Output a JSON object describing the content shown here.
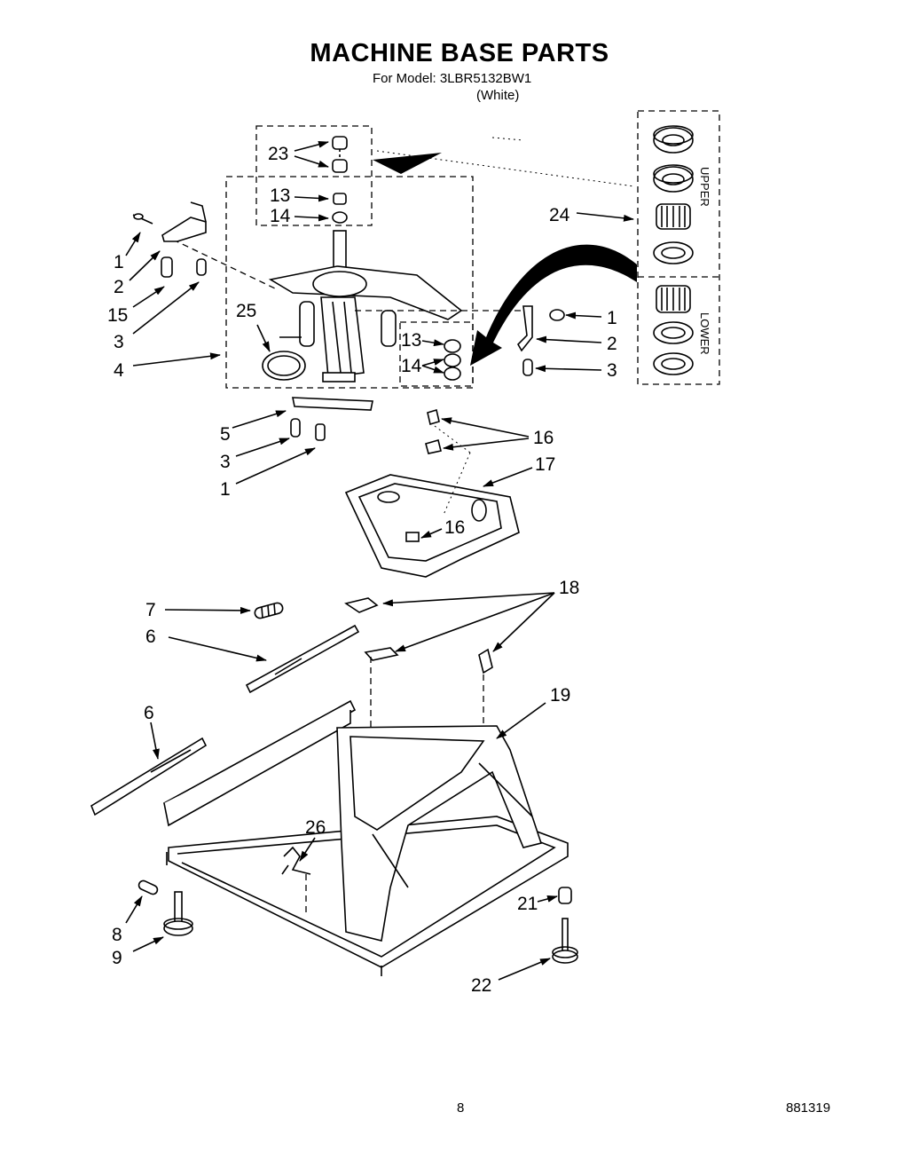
{
  "title": "MACHINE BASE PARTS",
  "model_line": "For Model: 3LBR5132BW1",
  "color_line": "(White)",
  "page_number": "8",
  "doc_number": "881319",
  "kit_labels": {
    "upper": "UPPER",
    "lower": "LOWER"
  },
  "callouts": {
    "c23": "23",
    "c13a": "13",
    "c14a": "14",
    "c1a": "1",
    "c2a": "2",
    "c15": "15",
    "c3a": "3",
    "c4": "4",
    "c25": "25",
    "c24": "24",
    "c1b": "1",
    "c2b": "2",
    "c3b": "3",
    "c13b": "13",
    "c14b": "14",
    "c5": "5",
    "c3c": "3",
    "c1c": "1",
    "c16a": "16",
    "c17": "17",
    "c16b": "16",
    "c7": "7",
    "c6a": "6",
    "c18": "18",
    "c6b": "6",
    "c19": "19",
    "c26": "26",
    "c8": "8",
    "c9": "9",
    "c21": "21",
    "c22": "22"
  }
}
